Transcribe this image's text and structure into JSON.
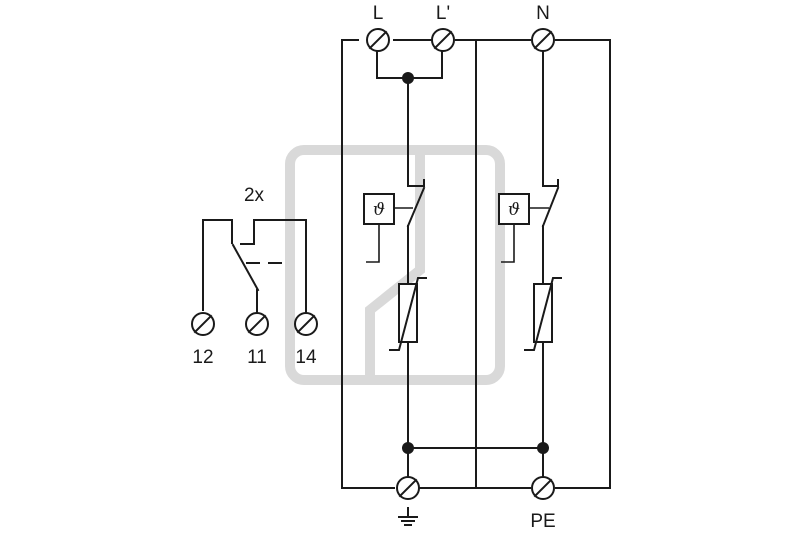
{
  "terminals_top": {
    "l": "L",
    "l_prime": "L'",
    "n": "N"
  },
  "terminals_bottom": {
    "pe": "PE"
  },
  "aux_contact": {
    "multiplier": "2x",
    "pins": [
      "12",
      "11",
      "14"
    ]
  },
  "thermal_symbol": "ϑ"
}
